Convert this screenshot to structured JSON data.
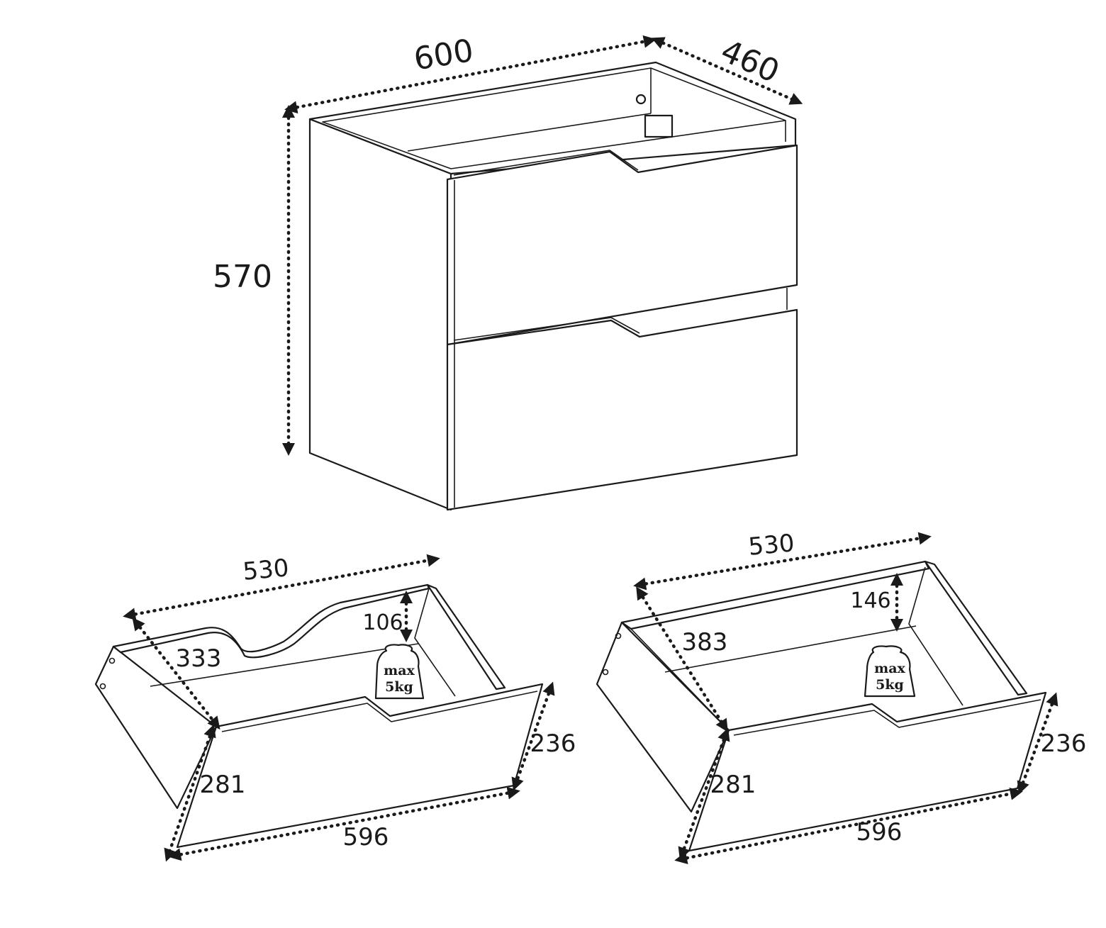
{
  "cabinet": {
    "width": "600",
    "depth": "460",
    "height": "570"
  },
  "drawer_top": {
    "length": "530",
    "inner_depth": "333",
    "cutout_depth": "106",
    "front_height": "236",
    "side_height": "281",
    "front_width": "596",
    "max_load_prefix": "max",
    "max_load": "5kg"
  },
  "drawer_bottom": {
    "length": "530",
    "inner_depth": "383",
    "inner_height": "146",
    "front_height": "236",
    "side_height": "281",
    "front_width": "596",
    "max_load_prefix": "max",
    "max_load": "5kg"
  }
}
